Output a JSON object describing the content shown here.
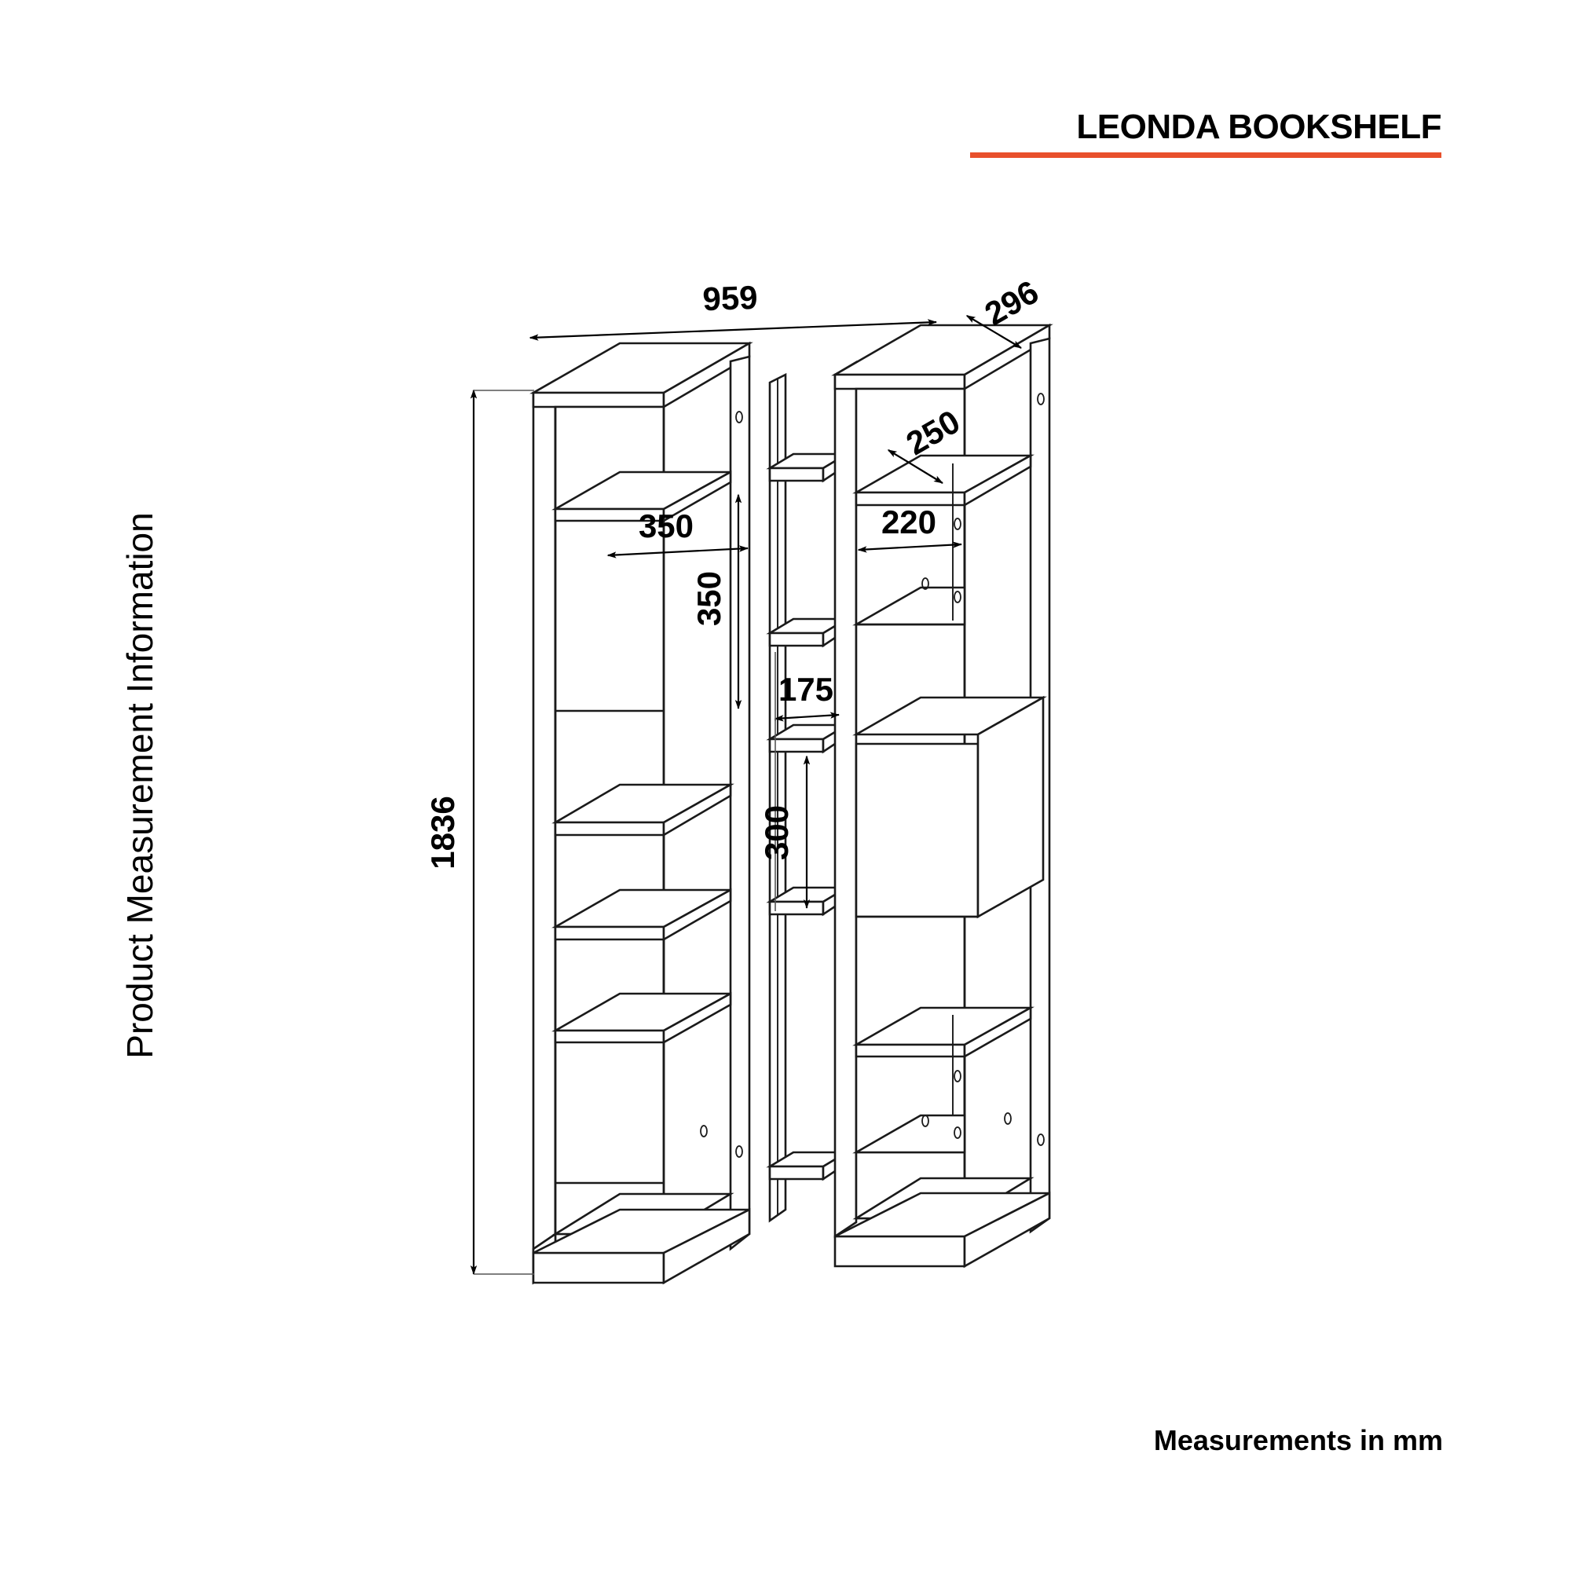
{
  "document": {
    "title": "LEONDA BOOKSHELF",
    "side_caption": "Product Measurement Information",
    "footer_note": "Measurements in mm",
    "accent_color": "#E8502C",
    "line_color": "#1a1a1a",
    "background_color": "#ffffff",
    "units": "mm",
    "view_type": "isometric technical drawing"
  },
  "dimensions": {
    "overall_width": "959",
    "overall_depth": "296",
    "overall_height": "1836",
    "left_cabinet_shelf_width": "350",
    "left_cabinet_shelf_height": "350",
    "right_cabinet_depth": "250",
    "right_cabinet_cube_width": "220",
    "center_shelf_width": "175",
    "center_shelf_gap_height": "300"
  },
  "dimension_labels": [
    {
      "id": "width",
      "value": "959",
      "orientation": "horizontal",
      "description": "overall width of the bookshelf"
    },
    {
      "id": "depth",
      "value": "296",
      "orientation": "diagonal",
      "description": "overall depth of the bookshelf"
    },
    {
      "id": "height",
      "value": "1836",
      "orientation": "vertical",
      "description": "overall height of the bookshelf"
    },
    {
      "id": "shelf-width",
      "value": "350",
      "orientation": "horizontal",
      "description": "left unit compartment inner width"
    },
    {
      "id": "shelf-height",
      "value": "350",
      "orientation": "vertical",
      "description": "left unit compartment inner height"
    },
    {
      "id": "cube-depth",
      "value": "250",
      "orientation": "diagonal",
      "description": "right unit cube depth"
    },
    {
      "id": "cube-width",
      "value": "220",
      "orientation": "horizontal",
      "description": "right unit cube inner width"
    },
    {
      "id": "center-width",
      "value": "175",
      "orientation": "horizontal",
      "description": "center connecting shelf width"
    },
    {
      "id": "center-gap",
      "value": "300",
      "orientation": "vertical",
      "description": "center shelf vertical spacing"
    }
  ]
}
